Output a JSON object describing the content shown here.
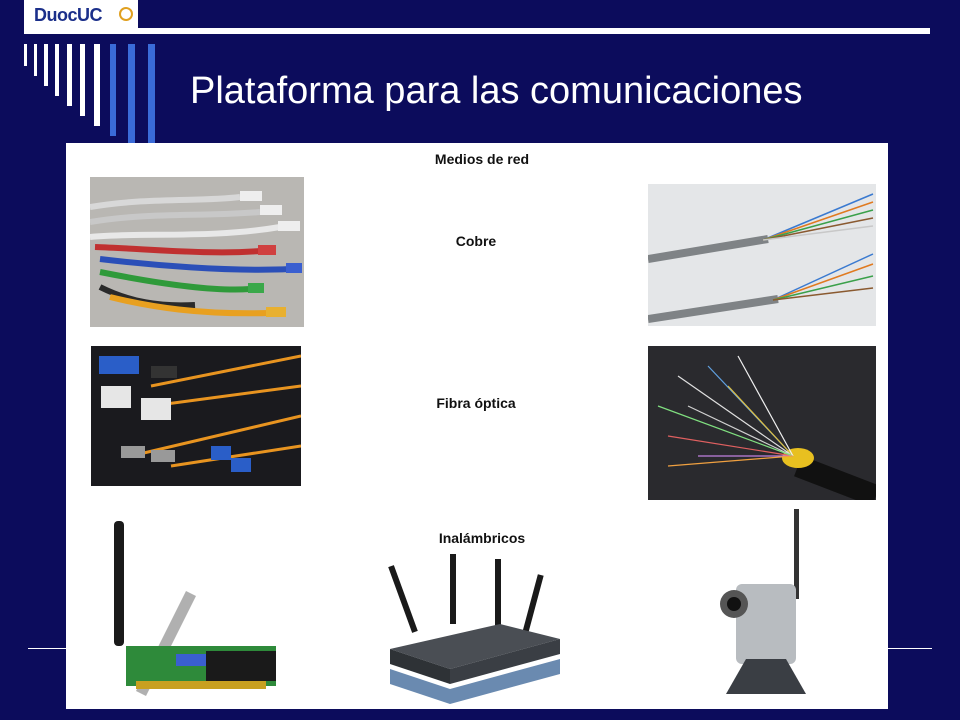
{
  "header": {
    "logo_text": "DuocUC",
    "title": "Plataforma para las comunicaciones"
  },
  "panel": {
    "heading": "Medios de red",
    "sections": [
      {
        "label": "Cobre",
        "left_photo": "patch-cables-photo",
        "right_photo": "twisted-pair-wires-photo"
      },
      {
        "label": "Fibra óptica",
        "left_photo": "fiber-connectors-photo",
        "right_photo": "fiber-strands-photo"
      },
      {
        "label": "Inalámbricos",
        "photos": [
          "wireless-pci-card-photo",
          "wireless-router-photo",
          "wireless-webcam-photo"
        ]
      }
    ]
  },
  "colors": {
    "background": "#0c0c5c",
    "title_text": "#ffffff",
    "stripe_blue": "#3a6bd8"
  }
}
